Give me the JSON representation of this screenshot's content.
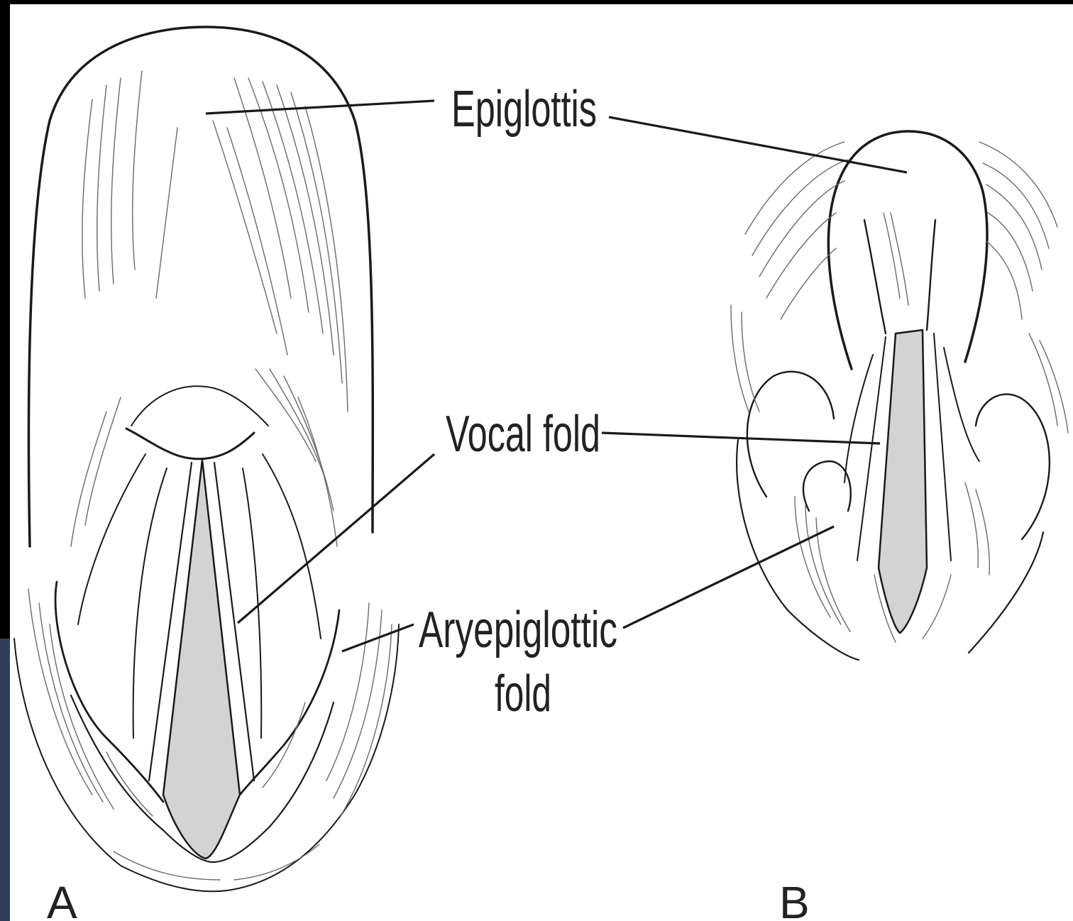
{
  "labels": {
    "epiglottis": "Epiglottis",
    "vocal_fold": "Vocal fold",
    "aryepiglottic_line1": "Aryepiglottic",
    "aryepiglottic_line2": "fold",
    "panel_a": "A",
    "panel_b": "B"
  },
  "colors": {
    "background": "#000000",
    "panel": "#ffffff",
    "ink": "#1a1a1a",
    "glottis_fill": "#d3d3d3",
    "left_edge_accent": "#2e3e5c"
  }
}
